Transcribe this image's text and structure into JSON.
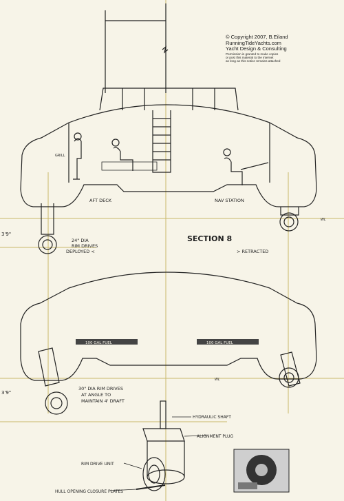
{
  "copyright": {
    "line1": "© Copyright 2007, B.Eiland",
    "line2": "RunningTideYachts.com",
    "line3": "Yacht Design & Consulting",
    "line4": "Permission is granted to make copies",
    "line5": "or post this material to the internet",
    "line6": "as long as this notice remains attached"
  },
  "labels": {
    "grill": "GRILL",
    "aft_deck": "AFT DECK",
    "nav_station": "NAV STATION",
    "wl_top": "WL",
    "wl_bottom": "WL",
    "section": "SECTION 8",
    "dim_top": "3'9\"",
    "dim_bottom": "3'9\"",
    "drive24_line1": "24\" DIA",
    "drive24_line2": "RIM DRIVES",
    "drive24_line3": "DEPLOYED <",
    "retracted": "> RETRACTED",
    "fuel_left": "100 GAL FUEL",
    "fuel_right": "100 GAL FUEL",
    "drive30_line1": "30\" DIA RIM DRIVES",
    "drive30_line2": "AT ANGLE TO",
    "drive30_line3": "MAINTAIN 4' DRAFT",
    "hydraulic_shaft": "HYDRAULIC SHAFT",
    "alignment_plug": "ALIGNMENT PLUG",
    "rim_drive_unit": "RIM DRIVE UNIT",
    "hull_opening": "HULL OPENING CLOSURE PLATES"
  },
  "colors": {
    "paper": "#f7f4e8",
    "ink": "#222222",
    "guide": "#c9b96a",
    "fuel": "#444444"
  }
}
